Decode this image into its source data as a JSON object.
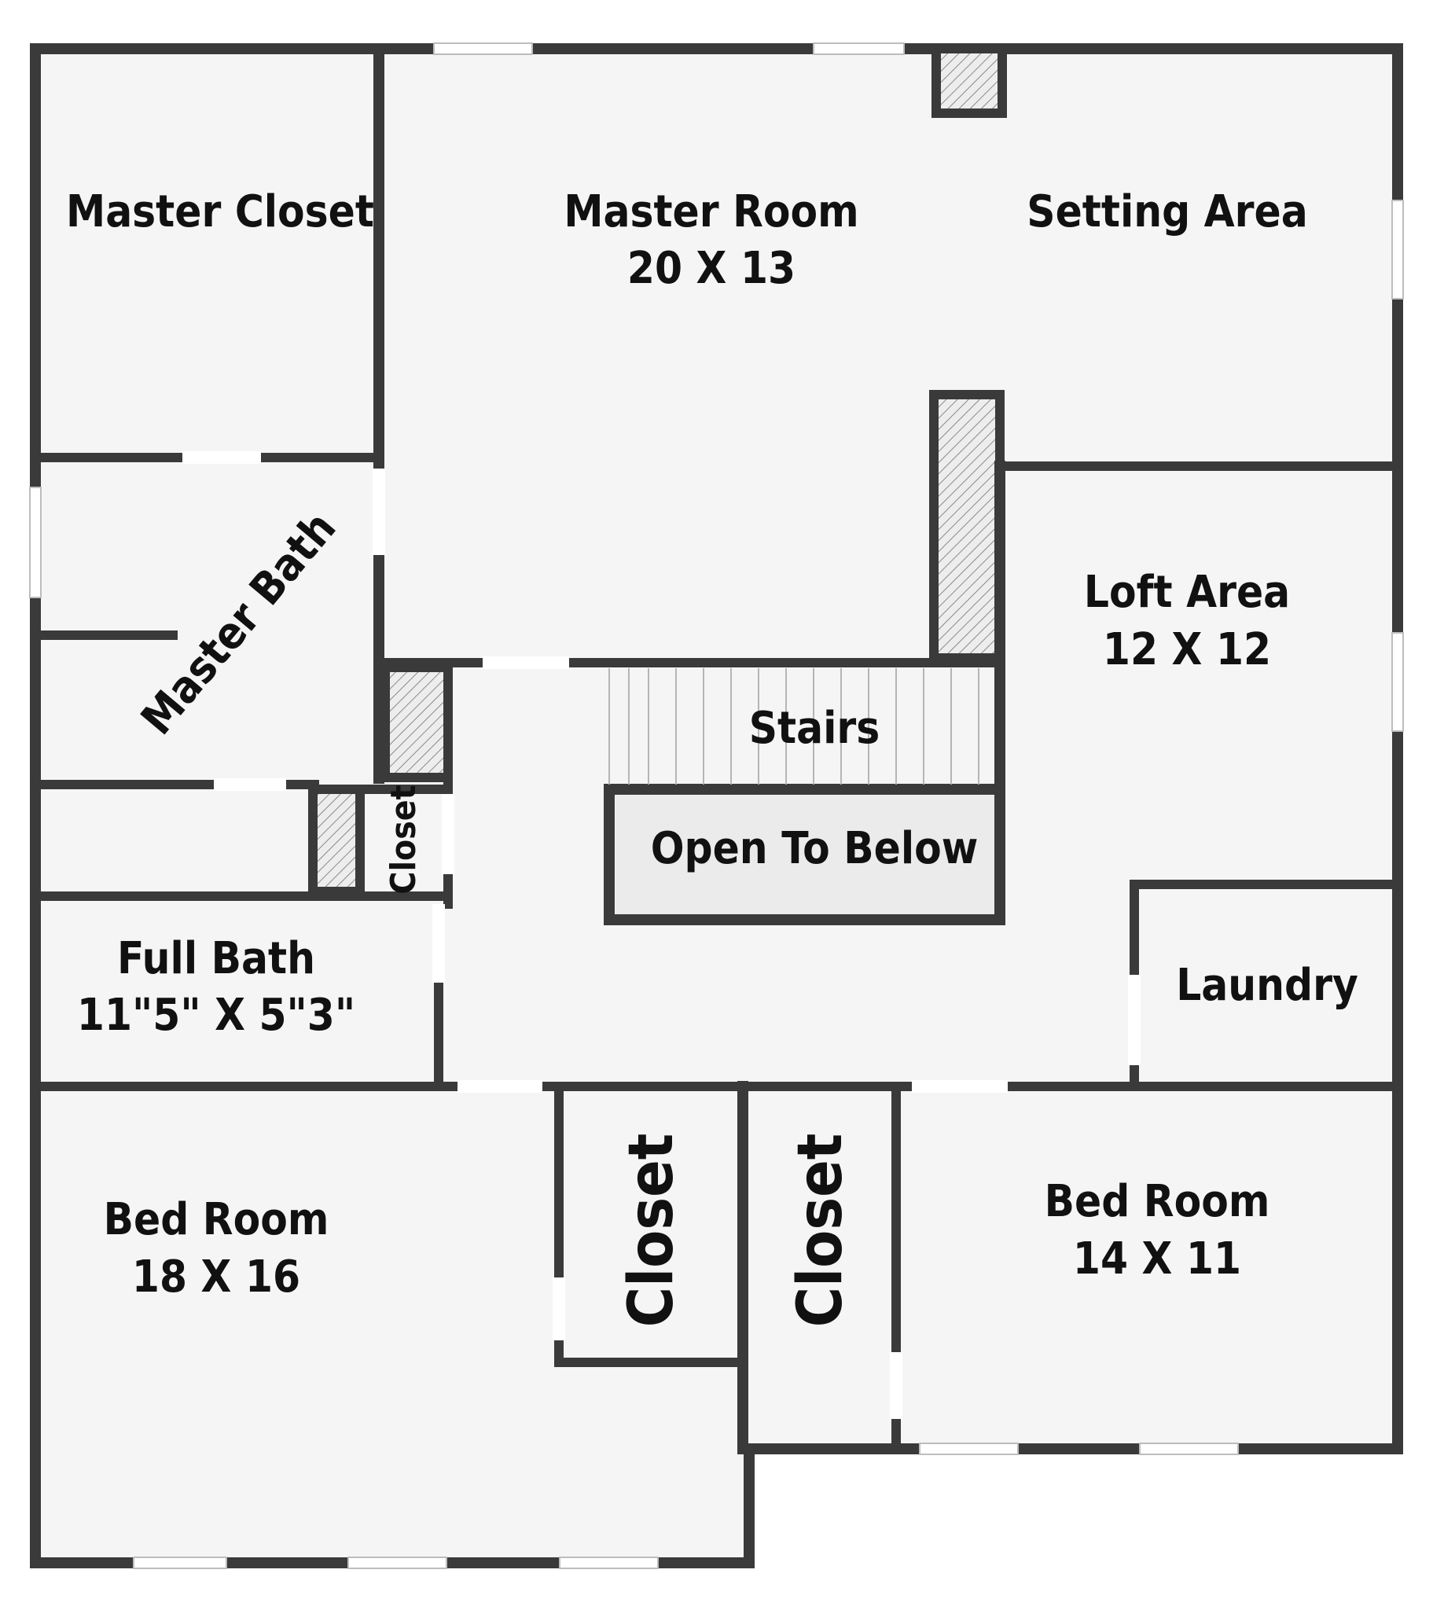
{
  "rooms": {
    "master_closet": {
      "name": "Master Closet"
    },
    "master_room": {
      "name": "Master Room",
      "size": "20 X 13"
    },
    "setting_area": {
      "name": "Setting Area"
    },
    "master_bath": {
      "name": "Master Bath"
    },
    "loft_area": {
      "name": "Loft Area",
      "size": "12 X 12"
    },
    "stairs": {
      "name": "Stairs"
    },
    "open_to_below": {
      "name": "Open To Below"
    },
    "small_closet": {
      "name": "Closet"
    },
    "full_bath": {
      "name": "Full Bath",
      "size": "11\"5\" X 5\"3\""
    },
    "laundry": {
      "name": "Laundry"
    },
    "bed_room_1": {
      "name": "Bed Room",
      "size": "18 X 16"
    },
    "closet_1": {
      "name": "Closet"
    },
    "closet_2": {
      "name": "Closet"
    },
    "bed_room_2": {
      "name": "Bed Room",
      "size": "14 X 11"
    }
  },
  "colors": {
    "wall": "#3a3a3a",
    "floor": "#f5f5f5",
    "hatch": "#9a9a9a",
    "text": "#111111"
  }
}
